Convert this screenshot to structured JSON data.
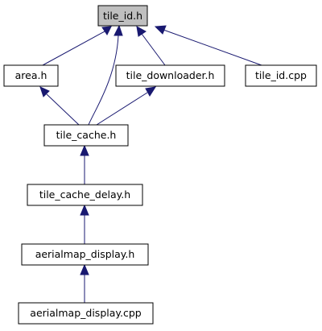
{
  "nodes": {
    "tile_id_h": {
      "label": "tile_id.h",
      "fill": "#bfbfbf"
    },
    "area_h": {
      "label": "area.h",
      "fill": "#ffffff"
    },
    "tile_downloader_h": {
      "label": "tile_downloader.h",
      "fill": "#ffffff"
    },
    "tile_id_cpp": {
      "label": "tile_id.cpp",
      "fill": "#ffffff"
    },
    "tile_cache_h": {
      "label": "tile_cache.h",
      "fill": "#ffffff"
    },
    "tile_cache_delay_h": {
      "label": "tile_cache_delay.h",
      "fill": "#ffffff"
    },
    "aerialmap_display_h": {
      "label": "aerialmap_display.h",
      "fill": "#ffffff"
    },
    "aerialmap_display_cpp": {
      "label": "aerialmap_display.cpp",
      "fill": "#ffffff"
    }
  },
  "edges": [
    {
      "from": "area_h",
      "to": "tile_id_h"
    },
    {
      "from": "tile_cache_h",
      "to": "tile_id_h"
    },
    {
      "from": "tile_downloader_h",
      "to": "tile_id_h"
    },
    {
      "from": "tile_id_cpp",
      "to": "tile_id_h"
    },
    {
      "from": "tile_cache_h",
      "to": "area_h"
    },
    {
      "from": "tile_cache_h",
      "to": "tile_downloader_h"
    },
    {
      "from": "tile_cache_delay_h",
      "to": "tile_cache_h"
    },
    {
      "from": "aerialmap_display_h",
      "to": "tile_cache_delay_h"
    },
    {
      "from": "aerialmap_display_cpp",
      "to": "aerialmap_display_h"
    }
  ],
  "colors": {
    "edge": "#191970",
    "border": "#000000"
  }
}
